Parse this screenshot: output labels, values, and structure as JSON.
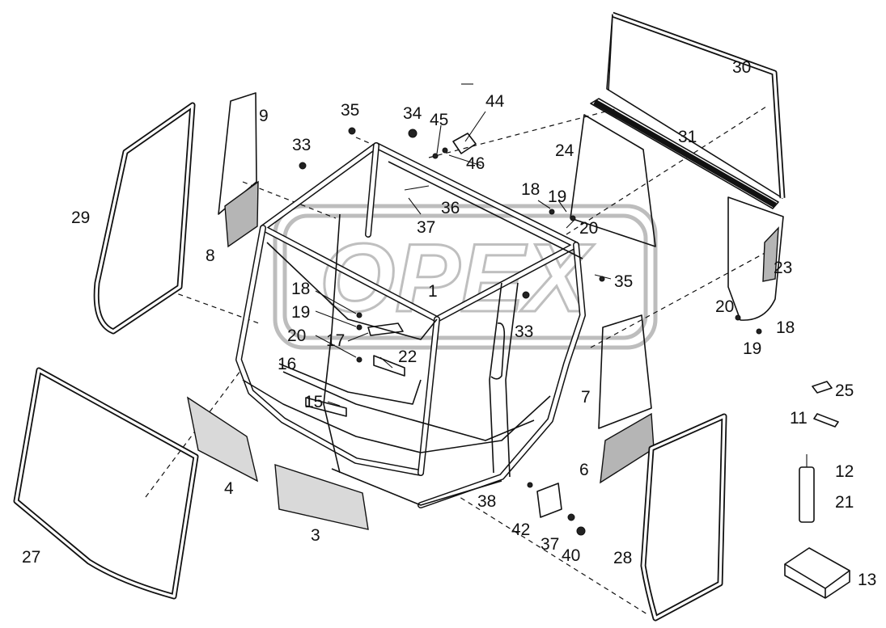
{
  "watermark": "OPEX",
  "labels": {
    "l1": "1",
    "l3": "3",
    "l4": "4",
    "l6": "6",
    "l7": "7",
    "l8": "8",
    "l9": "9",
    "l11": "11",
    "l12": "12",
    "l13": "13",
    "l15": "15",
    "l16": "16",
    "l17": "17",
    "l18a": "18",
    "l18b": "18",
    "l18c": "18",
    "l19a": "19",
    "l19b": "19",
    "l19c": "19",
    "l20a": "20",
    "l20b": "20",
    "l20c": "20",
    "l21": "21",
    "l22": "22",
    "l23": "23",
    "l24": "24",
    "l25": "25",
    "l27": "27",
    "l28": "28",
    "l29": "29",
    "l30": "30",
    "l31": "31",
    "l33a": "33",
    "l33b": "33",
    "l34": "34",
    "l35a": "35",
    "l35b": "35",
    "l36": "36",
    "l37a": "37",
    "l37b": "37",
    "l38": "38",
    "l40": "40",
    "l42": "42",
    "l44": "44",
    "l45": "45",
    "l46": "46"
  }
}
